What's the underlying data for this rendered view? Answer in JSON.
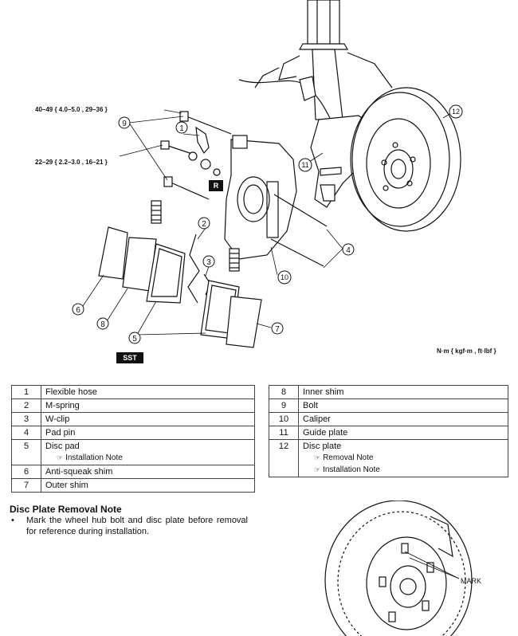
{
  "diagram": {
    "torque_upper": "40–49 { 4.0–5.0 , 29–36 }",
    "torque_lower": "22–29 { 2.2–3.0 , 16–21 }",
    "units": "N·m { kgf·m , ft·lbf }",
    "badge_r": "R",
    "badge_sst": "SST",
    "callouts": [
      "1",
      "2",
      "3",
      "4",
      "5",
      "6",
      "7",
      "8",
      "9",
      "10",
      "11",
      "12"
    ]
  },
  "parts_left": [
    {
      "num": "1",
      "name": "Flexible hose",
      "notes": []
    },
    {
      "num": "2",
      "name": "M-spring",
      "notes": []
    },
    {
      "num": "3",
      "name": "W-clip",
      "notes": []
    },
    {
      "num": "4",
      "name": "Pad pin",
      "notes": []
    },
    {
      "num": "5",
      "name": "Disc pad",
      "notes": [
        "Installation Note"
      ]
    },
    {
      "num": "6",
      "name": "Anti-squeak shim",
      "notes": []
    },
    {
      "num": "7",
      "name": "Outer shim",
      "notes": []
    }
  ],
  "parts_right": [
    {
      "num": "8",
      "name": "Inner shim",
      "notes": []
    },
    {
      "num": "9",
      "name": "Bolt",
      "notes": []
    },
    {
      "num": "10",
      "name": "Caliper",
      "notes": []
    },
    {
      "num": "11",
      "name": "Guide plate",
      "notes": []
    },
    {
      "num": "12",
      "name": "Disc plate",
      "notes": [
        "Removal Note",
        "Installation Note"
      ]
    }
  ],
  "note_ref_symbol": "☞",
  "removal_note": {
    "title": "Disc Plate Removal Note",
    "bullet": "•",
    "text": "Mark the wheel hub bolt and disc plate before removal for reference during installation."
  },
  "mark_label": "MARK"
}
